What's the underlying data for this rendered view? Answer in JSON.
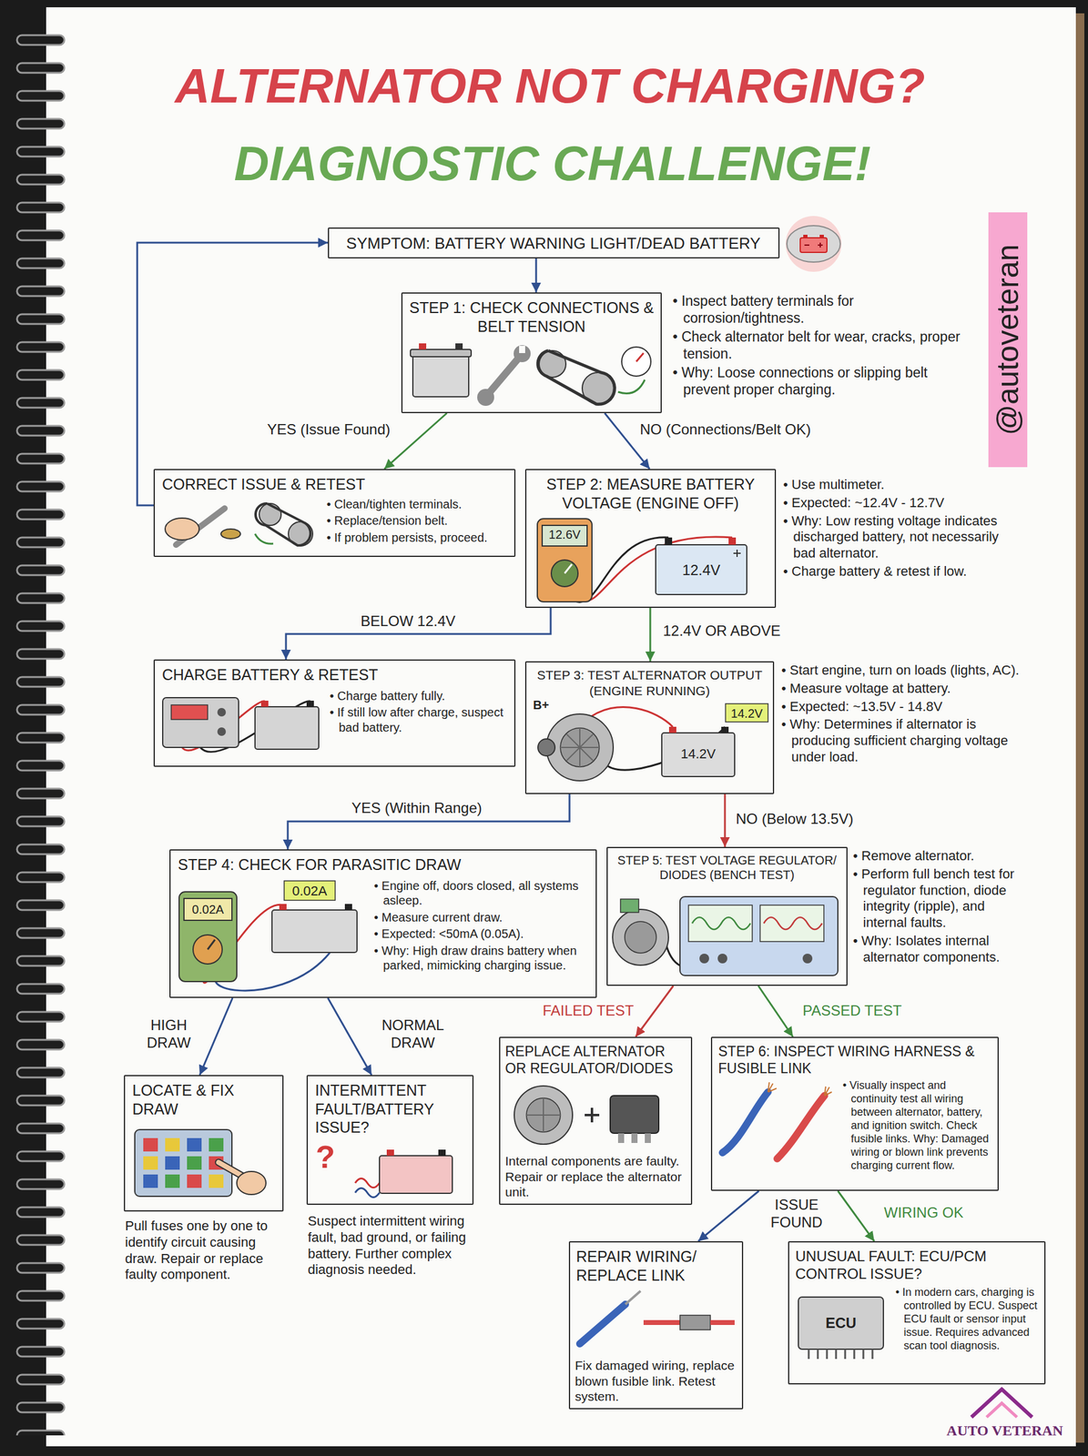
{
  "diagram": {
    "title": "ALTERNATOR NOT CHARGING?",
    "nodes": [
      {
        "text": [
          "SYMPTOM: BATTERY WARNING LIGHT/DEAD BATTERY"
        ]
      },
      {
        "text": [
          "STEP 1: CHECK CONNECTIONS & BELT TENSION"
        ]
      },
      {
        "text": [
          "CORRECT ISSUE & RETEST",
          "• Clean/tighten terminals.",
          "• Replace/tension belt.",
          "• If problem persists, proceed."
        ]
      },
      {
        "text": [
          "STEP 2: MEASURE BATTERY VOLTAGE (ENGINE OFF)"
        ]
      },
      {
        "text": [
          "CHARGE BATTERY & RETEST",
          "• Charge battery fully.",
          "• If still low after charge, suspect bad battery."
        ]
      },
      {
        "text": [
          "STEP 3: TEST ALTERNATOR OUTPUT (ENGINE RUNNING)"
        ]
      },
      {
        "text": [
          "STEP 4: CHECK FOR PARASITIC DRAW",
          "• Engine off, doors closed, all systems asleep.",
          "• Measure current draw.",
          "• Expected: <50mA (0.05A).",
          "• Why: High draw drains battery when parked, mimicking charging issue."
        ]
      },
      {
        "text": [
          "STEP 5: TEST VOLTAGE REGULATOR/ DIODES (BENCH TEST)"
        ]
      },
      {
        "text": [
          "LOCATE & FIX DRAW"
        ]
      },
      {
        "text": [
          "INTERMITTENT FAULT/BATTERY ISSUE?"
        ]
      },
      {
        "text": [
          "REPLACE ALTERNATOR OR REGULATOR/DIODES",
          "Internal components are faulty. Repair or replace the alternator unit."
        ]
      },
      {
        "text": [
          "STEP 6: INSPECT WIRING HARNESS & FUSIBLE LINK",
          "• Visually inspect and continuity test all wiring between alternator, battery, and ignition switch. Check fusible links. Why: Damaged wiring or blown link prevents charging current flow."
        ]
      },
      {
        "text": [
          "REPAIR WIRING/ REPLACE LINK",
          "Fix damaged wiring, replace blown fusible link. Retest system."
        ]
      },
      {
        "text": [
          "UNUSUAL FAULT: ECU/PCM CONTROL ISSUE?",
          "• In modern cars, charging is controlled by ECU. Suspect ECU fault or sensor input issue. Requires advanced scan tool diagnosis."
        ]
      }
    ],
    "edges": [
      {
        "from": 0,
        "to": 1,
        "arrow": "to"
      },
      {
        "from": 1,
        "to": 2,
        "label": "YES (Issue Found)",
        "arrow": "to"
      },
      {
        "from": 1,
        "to": 3,
        "label": "NO (Connections/Belt OK)",
        "arrow": "to"
      },
      {
        "from": 2,
        "to": 0,
        "arrow": "to"
      },
      {
        "from": 3,
        "to": 4,
        "label": "BELOW 12.4V",
        "arrow": "to"
      },
      {
        "from": 3,
        "to": 5,
        "label": "12.4V OR ABOVE",
        "arrow": "to"
      },
      {
        "from": 5,
        "to": 6,
        "label": "YES (Within Range)",
        "arrow": "to"
      },
      {
        "from": 5,
        "to": 7,
        "label": "NO (Below 13.5V)",
        "arrow": "to"
      },
      {
        "from": 6,
        "to": 8,
        "label": "HIGH DRAW",
        "arrow": "to"
      },
      {
        "from": 6,
        "to": 9,
        "label": "NORMAL DRAW",
        "arrow": "to"
      },
      {
        "from": 7,
        "to": 10,
        "label": "FAILED TEST",
        "arrow": "to"
      },
      {
        "from": 7,
        "to": 11,
        "label": "PASSED TEST",
        "arrow": "to"
      },
      {
        "from": 11,
        "to": 12,
        "label": "ISSUE FOUND",
        "arrow": "to"
      },
      {
        "from": 11,
        "to": 13,
        "label": "WIRING OK",
        "arrow": "to"
      }
    ],
    "labels": [
      "DIAGNOSTIC CHALLENGE!",
      "@autoveteran",
      "• Inspect battery terminals for corrosion/tightness.",
      "• Check alternator belt for wear, cracks, proper tension.",
      "• Why: Loose connections or slipping belt prevent proper charging.",
      "• Use multimeter.",
      "• Expected: ~12.4V - 12.7V",
      "• Why: Low resting voltage indicates discharged battery, not necessarily bad alternator.",
      "• Charge battery & retest if low.",
      "12.6V",
      "12.4V",
      "• Start engine, turn on loads (lights, AC).",
      "• Measure voltage at battery.",
      "• Expected: ~13.5V - 14.8V",
      "• Why: Determines if alternator is producing sufficient charging voltage under load.",
      "B+",
      "14.2V",
      "14.2V",
      "0.02A",
      "0.02A",
      "• Remove alternator.",
      "• Perform full bench test for regulator function, diode integrity (ripple), and internal faults.",
      "• Why: Isolates internal alternator components.",
      "Pull fuses one by one to identify circuit causing draw. Repair or replace faulty component.",
      "?",
      "Suspect intermittent wiring fault, bad ground, or failing battery. Further complex diagnosis needed.",
      "ECU",
      "AUTO VETERAN"
    ]
  }
}
